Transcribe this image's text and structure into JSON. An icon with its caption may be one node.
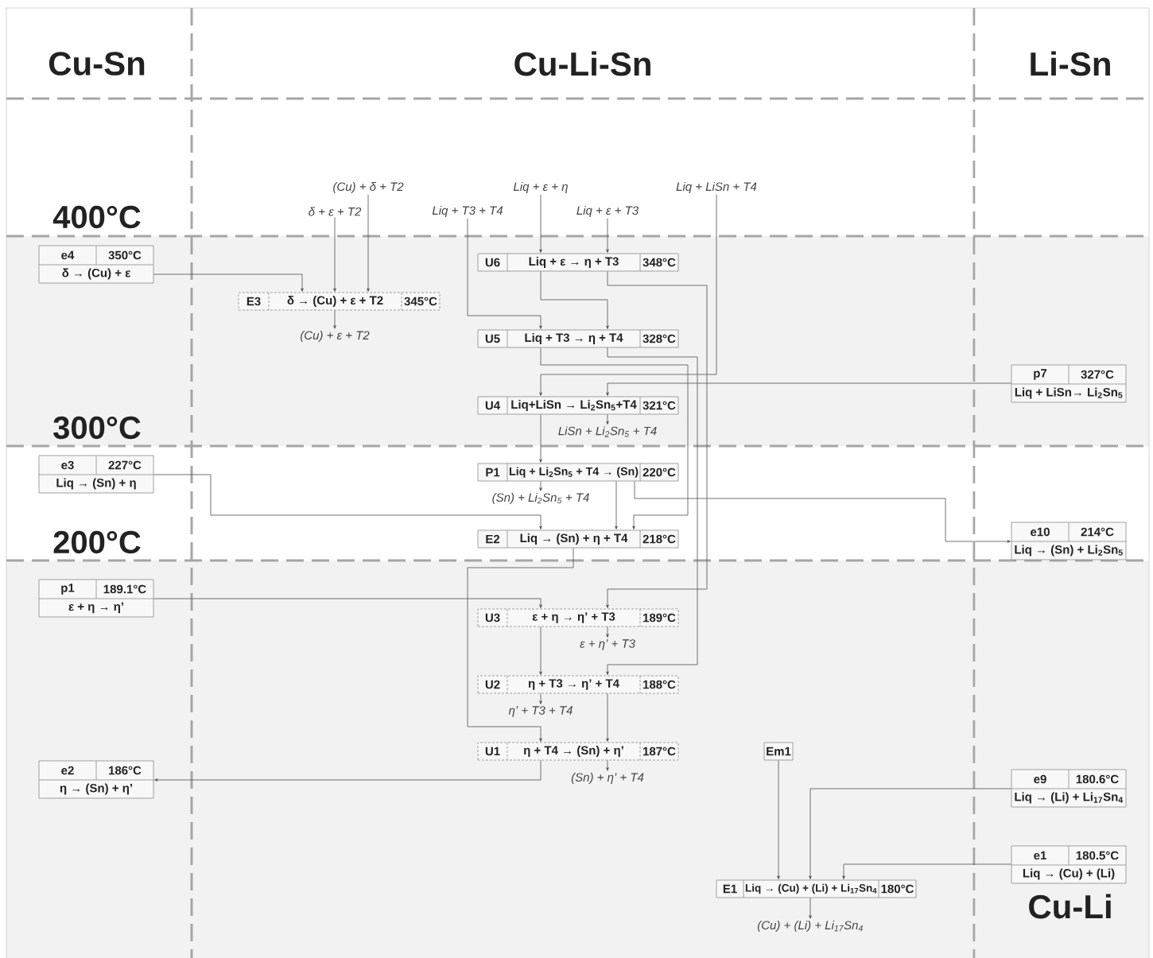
{
  "diagram": {
    "nodes": [
      {
        "text": [
          "e4",
          "350°C",
          "δ → (Cu) + ε"
        ]
      },
      {
        "text": [
          "(Cu) + δ + T2"
        ]
      },
      {
        "text": [
          "δ + ε + T2"
        ]
      },
      {
        "text": [
          "E3",
          "δ → (Cu) + ε + T2",
          "345°C"
        ]
      },
      {
        "text": [
          "(Cu) + ε + T2"
        ]
      },
      {
        "text": [
          "Liq + ε + η"
        ]
      },
      {
        "text": [
          "Liq + T3 + T4"
        ]
      },
      {
        "text": [
          "Liq + ε + T3"
        ]
      },
      {
        "text": [
          "Liq + LiSn + T4"
        ]
      },
      {
        "text": [
          "U6",
          "Liq + ε → η + T3",
          "348°C"
        ]
      },
      {
        "text": [
          "U5",
          "Liq + T3 → η + T4",
          "328°C"
        ]
      },
      {
        "text": [
          "p7",
          "327°C",
          "Liq + LiSn→ Li$_{2}$Sn$_{5}$"
        ]
      },
      {
        "text": [
          "U4",
          "Liq+LiSn → Li$_{2}$Sn$_{5}$+T4",
          "321°C"
        ]
      },
      {
        "text": [
          "LiSn + Li$_{2}$Sn$_{5}$ + T4"
        ]
      },
      {
        "text": [
          "e3",
          "227°C",
          "Liq → (Sn) + η"
        ]
      },
      {
        "text": [
          "P1",
          "Liq + Li$_{2}$Sn$_{5}$ + T4 → (Sn)",
          "220°C"
        ]
      },
      {
        "text": [
          "(Sn) + Li$_{2}$Sn$_{5}$ + T4"
        ]
      },
      {
        "text": [
          "E2",
          "Liq → (Sn) + η + T4",
          "218°C"
        ]
      },
      {
        "text": [
          "e10",
          "214°C",
          "Liq → (Sn) + Li$_{2}$Sn$_{5}$"
        ]
      },
      {
        "text": [
          "p1",
          "189.1°C",
          "ε + η → η’"
        ]
      },
      {
        "text": [
          "U3",
          "ε + η → η’ + T3",
          "189°C"
        ]
      },
      {
        "text": [
          "ε + η’ + T3"
        ]
      },
      {
        "text": [
          "U2",
          "η + T3 → η’ + T4",
          "188°C"
        ]
      },
      {
        "text": [
          "η’ + T3 + T4"
        ]
      },
      {
        "text": [
          "U1",
          "η + T4 → (Sn) + η’",
          "187°C"
        ]
      },
      {
        "text": [
          "(Sn) + η’ + T4"
        ]
      },
      {
        "text": [
          "e2",
          "186°C",
          "η → (Sn) + η’"
        ]
      },
      {
        "text": [
          "Em1"
        ]
      },
      {
        "text": [
          "e9",
          "180.6°C",
          "Liq → (Li) + Li$_{17}$Sn$_{4}$"
        ]
      },
      {
        "text": [
          "e1",
          "180.5°C",
          "Liq → (Cu) + (Li)"
        ]
      },
      {
        "text": [
          "E1",
          "Liq → (Cu) + (Li) + Li$_{17}$Sn$_{4}$",
          "180°C"
        ]
      },
      {
        "text": [
          "(Cu) + (Li) + Li$_{17}$Sn$_{4}$"
        ]
      }
    ],
    "edges": [
      {
        "from": 0,
        "to": 3,
        "arrow": "to"
      },
      {
        "from": 2,
        "to": 3,
        "arrow": "to"
      },
      {
        "from": 1,
        "to": 3,
        "arrow": "to"
      },
      {
        "from": 3,
        "to": 4,
        "arrow": "to"
      },
      {
        "from": 5,
        "to": 9,
        "arrow": "to"
      },
      {
        "from": 7,
        "to": 9,
        "arrow": "to"
      },
      {
        "from": 6,
        "to": 10,
        "arrow": "to"
      },
      {
        "from": 9,
        "to": 10,
        "arrow": "to"
      },
      {
        "from": 9,
        "to": 20,
        "arrow": "to"
      },
      {
        "from": 10,
        "to": 17,
        "arrow": "to"
      },
      {
        "from": 10,
        "to": 22,
        "arrow": "to"
      },
      {
        "from": 8,
        "to": 12,
        "arrow": "to"
      },
      {
        "from": 11,
        "to": 12,
        "arrow": "to"
      },
      {
        "from": 12,
        "to": 15,
        "arrow": "to"
      },
      {
        "from": 12,
        "to": 13,
        "arrow": "to"
      },
      {
        "from": 15,
        "to": 16,
        "arrow": "to"
      },
      {
        "from": 15,
        "to": 17,
        "arrow": "to"
      },
      {
        "from": 15,
        "to": 18,
        "arrow": "to"
      },
      {
        "from": 14,
        "to": 17,
        "arrow": "to"
      },
      {
        "from": 17,
        "to": 24,
        "arrow": "to"
      },
      {
        "from": 19,
        "to": 20,
        "arrow": "to"
      },
      {
        "from": 20,
        "to": 22,
        "arrow": "to"
      },
      {
        "from": 20,
        "to": 21,
        "arrow": "to"
      },
      {
        "from": 22,
        "to": 23,
        "arrow": "to"
      },
      {
        "from": 22,
        "to": 24,
        "arrow": "to"
      },
      {
        "from": 24,
        "to": 25,
        "arrow": "to"
      },
      {
        "from": 24,
        "to": 26,
        "arrow": "to"
      },
      {
        "from": 27,
        "to": 30,
        "arrow": "to"
      },
      {
        "from": 28,
        "to": 30,
        "arrow": "to"
      },
      {
        "from": 29,
        "to": 30,
        "arrow": "to"
      },
      {
        "from": 30,
        "to": 31,
        "arrow": "to"
      }
    ],
    "labels": [
      "Cu-Sn",
      "Cu-Li-Sn",
      "Li-Sn",
      "400°C",
      "300°C",
      "200°C",
      "Cu-Li"
    ]
  }
}
